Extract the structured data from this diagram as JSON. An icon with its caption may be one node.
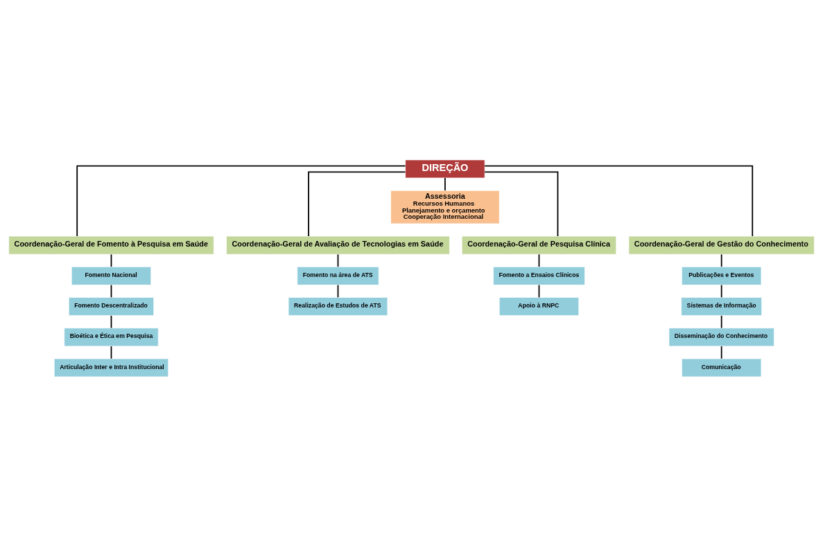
{
  "diagram": {
    "nodes": [
      {
        "text": [
          "DIREÇÃO"
        ]
      },
      {
        "text": [
          "Assessoria",
          "Recursos Humanos",
          "Planejamento e orçamento",
          "Cooperação Internacional"
        ]
      },
      {
        "text": [
          "Coordenação-Geral de Fomento à Pesquisa em Saúde"
        ]
      },
      {
        "text": [
          "Coordenação-Geral de Avaliação de Tecnologias em Saúde"
        ]
      },
      {
        "text": [
          "Coordenação-Geral de Pesquisa Clínica"
        ]
      },
      {
        "text": [
          "Coordenação-Geral de Gestão do Conhecimento"
        ]
      },
      {
        "text": [
          "Fomento Nacional"
        ]
      },
      {
        "text": [
          "Fomento Descentralizado"
        ]
      },
      {
        "text": [
          "Bioética e Ética em Pesquisa"
        ]
      },
      {
        "text": [
          "Articulação Inter e Intra Institucional"
        ]
      },
      {
        "text": [
          "Fomento na área de ATS"
        ]
      },
      {
        "text": [
          "Realização de Estudos de ATS"
        ]
      },
      {
        "text": [
          "Fomento a Ensaios Clínicos"
        ]
      },
      {
        "text": [
          "Apoio à RNPC"
        ]
      },
      {
        "text": [
          "Publicações e Eventos"
        ]
      },
      {
        "text": [
          "Sistemas de Informação"
        ]
      },
      {
        "text": [
          "Disseminação do Conhecimento"
        ]
      },
      {
        "text": [
          "Comunicação"
        ]
      }
    ],
    "edges": [
      {
        "from": 0,
        "to": 1,
        "arrow": "none"
      },
      {
        "from": 0,
        "to": 2,
        "arrow": "none"
      },
      {
        "from": 0,
        "to": 3,
        "arrow": "none"
      },
      {
        "from": 0,
        "to": 4,
        "arrow": "none"
      },
      {
        "from": 0,
        "to": 5,
        "arrow": "none"
      },
      {
        "from": 2,
        "to": 6,
        "arrow": "none"
      },
      {
        "from": 6,
        "to": 7,
        "arrow": "none"
      },
      {
        "from": 7,
        "to": 8,
        "arrow": "none"
      },
      {
        "from": 8,
        "to": 9,
        "arrow": "none"
      },
      {
        "from": 3,
        "to": 10,
        "arrow": "none"
      },
      {
        "from": 10,
        "to": 11,
        "arrow": "none"
      },
      {
        "from": 4,
        "to": 12,
        "arrow": "none"
      },
      {
        "from": 12,
        "to": 13,
        "arrow": "none"
      },
      {
        "from": 5,
        "to": 14,
        "arrow": "none"
      },
      {
        "from": 14,
        "to": 15,
        "arrow": "none"
      },
      {
        "from": 15,
        "to": 16,
        "arrow": "none"
      },
      {
        "from": 16,
        "to": 17,
        "arrow": "none"
      }
    ]
  }
}
